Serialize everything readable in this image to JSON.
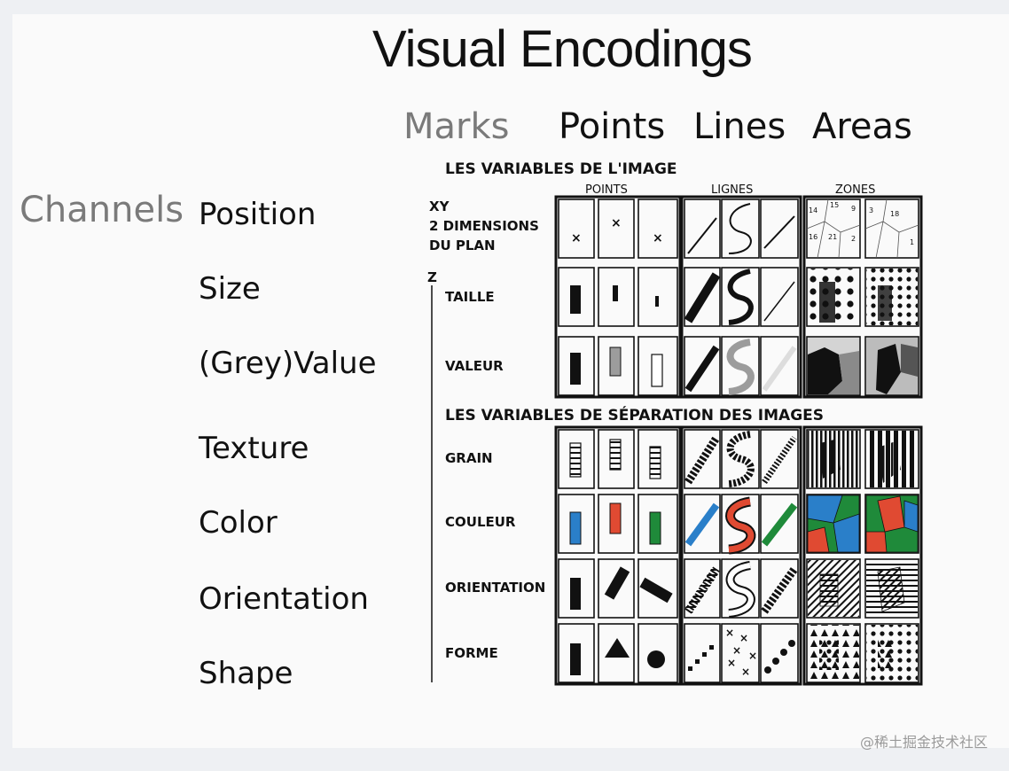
{
  "title": "Visual Encodings",
  "marks_header": {
    "marks": "Marks",
    "points": "Points",
    "lines": "Lines",
    "areas": "Areas"
  },
  "channels_label": "Channels",
  "channels": [
    "Position",
    "Size",
    "(Grey)Value",
    "Texture",
    "Color",
    "Orientation",
    "Shape"
  ],
  "bertin": {
    "section1": "LES VARIABLES DE L'IMAGE",
    "section2": "LES VARIABLES DE SÉPARATION DES IMAGES",
    "col_points": "POINTS",
    "col_lines": "LIGNES",
    "col_zones": "ZONES",
    "xy_lines": [
      "XY",
      "2 DIMENSIONS",
      "DU PLAN"
    ],
    "z": "Z",
    "rows": [
      "TAILLE",
      "VALEUR",
      "GRAIN",
      "COULEUR",
      "ORIENTATION",
      "FORME"
    ],
    "pos_zone_labels": [
      "14",
      "15",
      "9",
      "16",
      "21",
      "2",
      "3",
      "18",
      "1"
    ]
  },
  "colors": {
    "blue": "#2a7fc9",
    "red": "#e04a32",
    "green": "#1f8a3a",
    "black": "#111111",
    "grey": "#9c9c9c"
  },
  "watermark": "@稀土掘金技术社区"
}
